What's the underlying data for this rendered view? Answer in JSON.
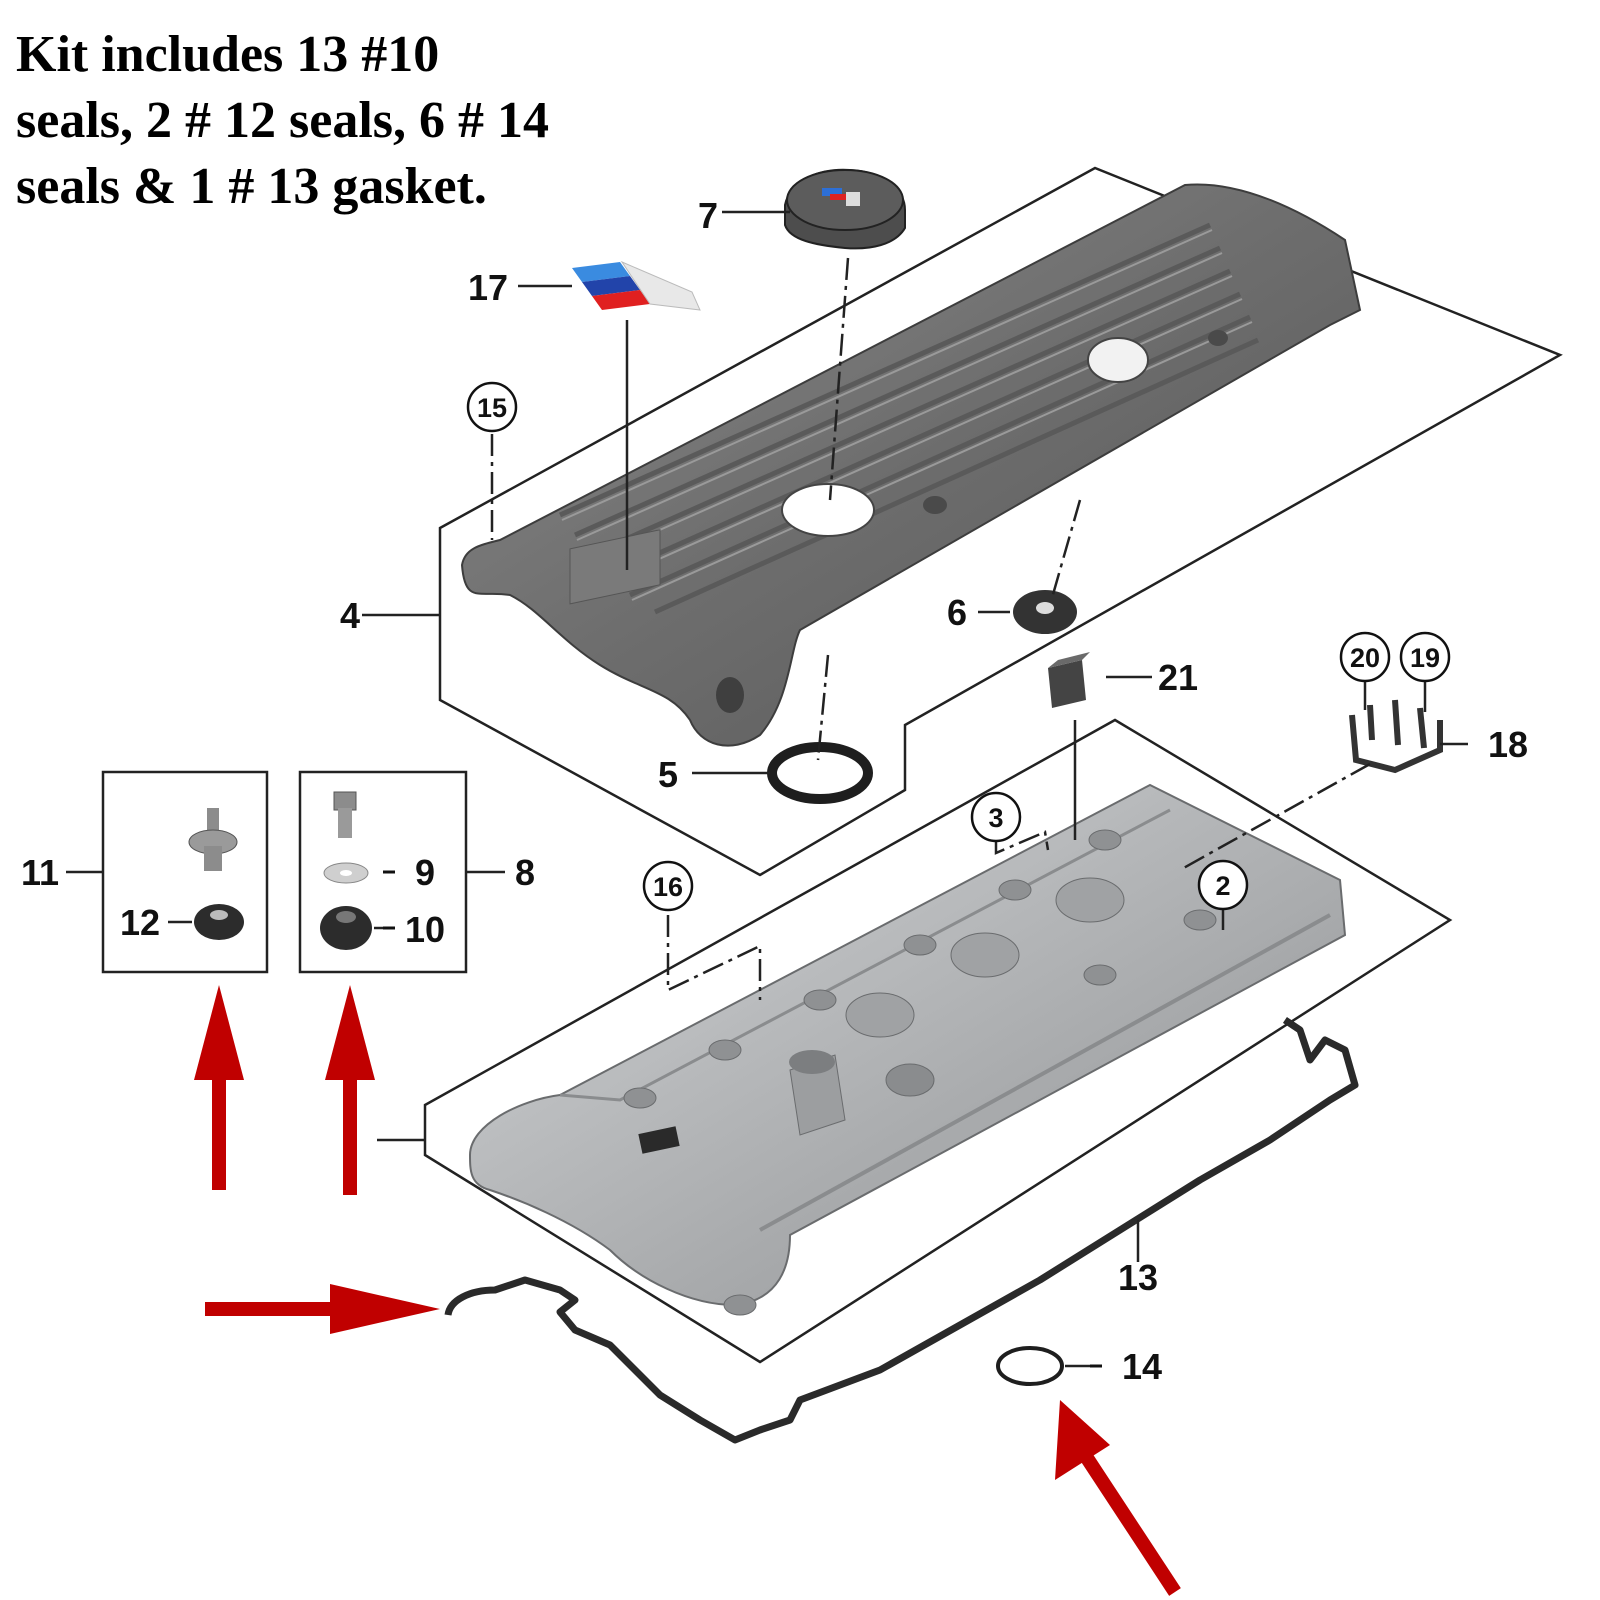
{
  "caption": {
    "line1": "Kit includes 13 #10",
    "line2": "seals, 2 # 12 seals, 6 # 14",
    "line3": "seals & 1 # 13 gasket."
  },
  "callouts": {
    "n2": "2",
    "n3": "3",
    "n4": "4",
    "n5": "5",
    "n6": "6",
    "n7": "7",
    "n8": "8",
    "n9": "9",
    "n10": "10",
    "n11": "11",
    "n12": "12",
    "n13": "13",
    "n14": "14",
    "n15": "15",
    "n16": "16",
    "n17": "17",
    "n18": "18",
    "n19": "19",
    "n20": "20",
    "n21": "21"
  },
  "colors": {
    "arrow": "#c00000",
    "cover_dark": "#6e6e6e",
    "valve_cover": "#b2b4b6"
  }
}
